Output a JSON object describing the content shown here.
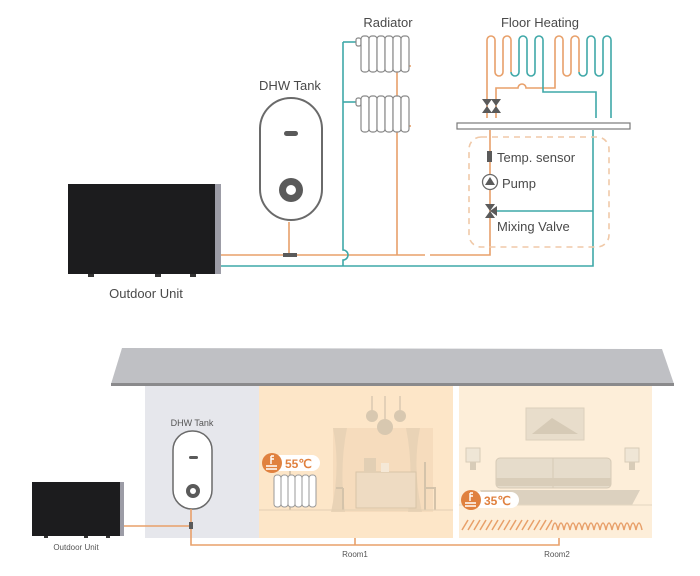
{
  "colors": {
    "hot_pipe": "#e8a06a",
    "cold_pipe": "#3fa8a8",
    "outline": "#707070",
    "dark": "#5a5a5a",
    "roof": "#bfc0c4",
    "roof_edge": "#8a8a8c",
    "utility_room": "#e6e7ec",
    "room1": "#fde6c8",
    "room2": "#fdeed9",
    "accent": "#e0813f",
    "furniture": "#d8ccb8"
  },
  "schematic": {
    "outdoor_unit_label": "Outdoor Unit",
    "dhw_tank_label": "DHW Tank",
    "radiator_label": "Radiator",
    "floor_heating_label": "Floor Heating",
    "mixing_station": {
      "temp_sensor_label": "Temp. sensor",
      "pump_label": "Pump",
      "mixing_valve_label": "Mixing Valve"
    }
  },
  "house": {
    "dhw_tank_label": "DHW Tank",
    "outdoor_unit_label": "Outdoor Unit",
    "room1": {
      "label": "Room1",
      "emitter": "radiator",
      "supply_temp": "55℃"
    },
    "room2": {
      "label": "Room2",
      "emitter": "floor heating",
      "supply_temp": "35℃"
    }
  }
}
